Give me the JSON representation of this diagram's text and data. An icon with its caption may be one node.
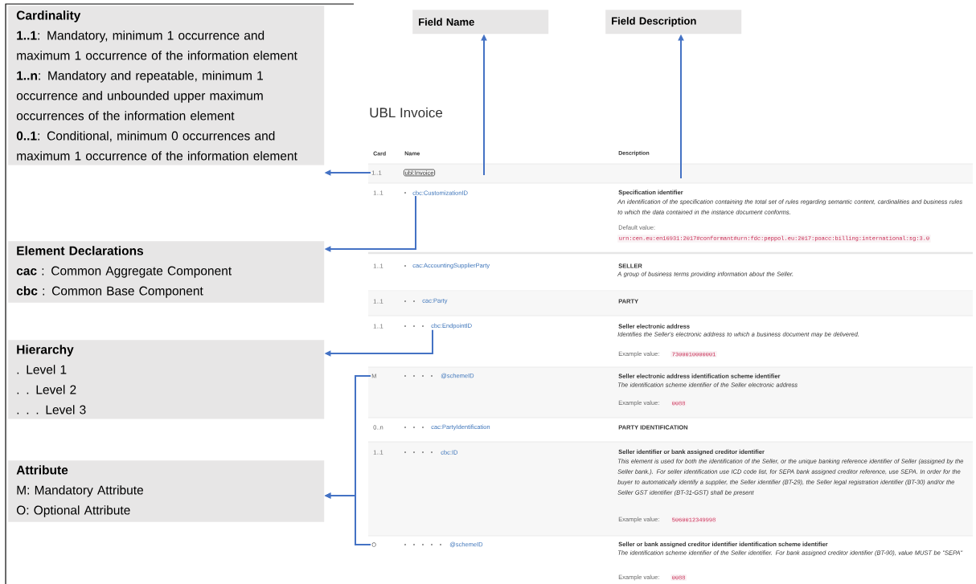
{
  "diagram": {
    "title": "UBL Invoice",
    "nodes": [
      {
        "text": [
          "Cardinality",
          "**1..1**: Mandatory, minimum 1 occurrence and maximum 1 occurrence of the information element",
          "**1..n**: Mandatory and repeatable, minimum 1 occurrence and unbounded upper maximum occurrences of the information element",
          "**0..1**: Conditional, minimum 0 occurrences and maximum 1 occurrence of the information element"
        ]
      },
      {
        "text": [
          "Element Declarations",
          "**cac** : Common Aggregate Component",
          "**cbc** : Common Base Component"
        ]
      },
      {
        "text": [
          "Hierarchy",
          ". Level 1",
          ". . Level 2",
          ". . . Level 3"
        ]
      },
      {
        "text": [
          "Attribute",
          "M: Mandatory Attribute",
          "O: Optional Attribute"
        ]
      },
      {
        "text": [
          "Field Name"
        ]
      },
      {
        "text": [
          "Field Description"
        ]
      },
      {
        "text": [
          "1..1"
        ]
      },
      {
        "text": [
          "ubl:Invoice"
        ]
      },
      {
        "text": [
          "cbc:CustomizationID"
        ]
      },
      {
        "text": [
          "cbc:EndpointID"
        ]
      },
      {
        "text": [
          "M"
        ]
      },
      {
        "text": [
          "O"
        ]
      }
    ],
    "edges": [
      {
        "from": 6,
        "to": 0,
        "arrow": "to"
      },
      {
        "from": 8,
        "to": 1,
        "arrow": "to"
      },
      {
        "from": 9,
        "to": 2,
        "arrow": "to"
      },
      {
        "from": 10,
        "to": 3,
        "arrow": "to"
      },
      {
        "from": 11,
        "to": 3,
        "arrow": "to"
      },
      {
        "from": null,
        "to": 4,
        "arrow": "to"
      },
      {
        "from": null,
        "to": 5,
        "arrow": "to"
      }
    ],
    "labels": [
      "Card",
      "Name",
      "Description",
      "1..1",
      "Specification identifier",
      "An identification of the specification containing the total set of rules regarding semantic content, cardinalities and business rules to which the data contained in the instance document conforms.",
      "Default value:",
      "urn:cen.eu:en16931:2017#conformant#urn:fdc:peppol.eu:2017:poacc:billing:international:sg:3.0",
      "1..1",
      "cac:AccountingSupplierParty",
      "SELLER",
      "A group of business terms providing information about the Seller.",
      "1..1",
      "cac:Party",
      "PARTY",
      "1..1",
      "Seller electronic address",
      "Identifies the Seller's electronic address to which a business document may be delivered.",
      "Example value:",
      "7300010000001",
      "@schemeID",
      "Seller electronic address identification scheme identifier",
      "The identification scheme identifier of the Seller electronic address",
      "Example value:",
      "0088",
      "0..n",
      "cac:PartyIdentification",
      "PARTY IDENTIFICATION",
      "1..1",
      "cbc:ID",
      "Seller identifier or bank assigned creditor identifier",
      "This element is used for both the identification of the Seller, or the unique banking reference identifier of Seller (assigned by the Seller bank.). For seller identification use ICD code list, for SEPA bank assigned creditor reference, use SEPA. In order for the buyer to automatically identify a supplier, the Seller identifier (BT-29), the Seller legal registration identifier (BT-30) and/or the Seller GST identifier (BT-31-GST) shall be present",
      "Example value:",
      "5060012349998",
      "@schemeID",
      "Seller or bank assigned creditor identifier identification scheme identifier",
      "The identification scheme identifier of the Seller identifier. For bank assigned creditor identifier (BT-90), value MUST be \"SEPA\"",
      "Example value:",
      "0088"
    ]
  }
}
